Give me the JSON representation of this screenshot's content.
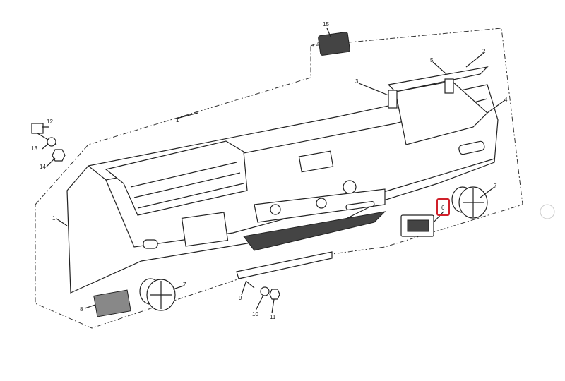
{
  "diagram": {
    "type": "exploded-parts-diagram",
    "highlighted_part": "6",
    "highlight_color": "#d0202a",
    "callouts": [
      {
        "id": "15",
        "part": "light-lens"
      },
      {
        "id": "2",
        "part": "glovebox-lid"
      },
      {
        "id": "5",
        "part": "lid-latch"
      },
      {
        "id": "3",
        "part": "hinge"
      },
      {
        "id": "4",
        "part": "glovebox"
      },
      {
        "id": "12",
        "part": "bolt"
      },
      {
        "id": "13",
        "part": "washer"
      },
      {
        "id": "14",
        "part": "nut"
      },
      {
        "id": "1",
        "part": "dashboard-panel"
      },
      {
        "id": "1b",
        "label": "1",
        "part": "dashboard-panel"
      },
      {
        "id": "7",
        "part": "air-vent-right"
      },
      {
        "id": "6",
        "part": "switch-connector"
      },
      {
        "id": "7b",
        "label": "7",
        "part": "air-vent-left"
      },
      {
        "id": "8",
        "part": "speaker-grille"
      },
      {
        "id": "9",
        "part": "bracket"
      },
      {
        "id": "10",
        "part": "washer"
      },
      {
        "id": "11",
        "part": "nut"
      }
    ]
  },
  "labels": {
    "l15": "15",
    "l2": "2",
    "l5": "5",
    "l3": "3",
    "l4": "4",
    "l12": "12",
    "l13": "13",
    "l14": "14",
    "l1a": "1",
    "l1b": "1",
    "l7a": "7",
    "l6": "6",
    "l7b": "7",
    "l8": "8",
    "l9": "9",
    "l10": "10",
    "l11": "11"
  }
}
